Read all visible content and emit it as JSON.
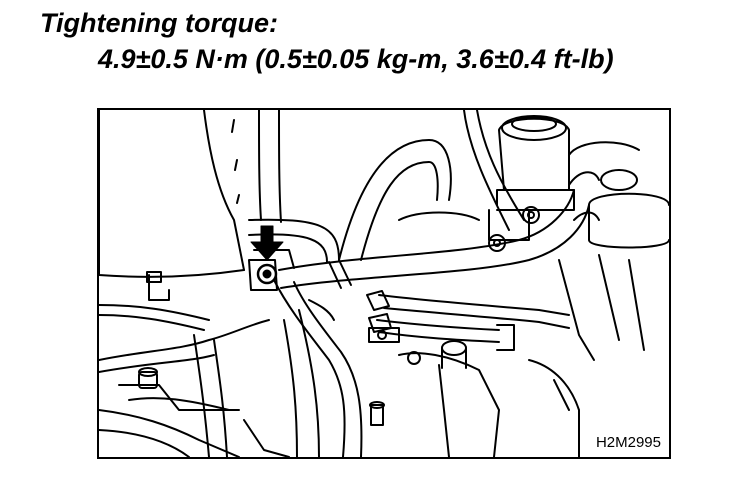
{
  "heading": "Tightening torque:",
  "torque_spec": "4.9±0.5 N·m (0.5±0.05 kg-m, 3.6±0.4 ft-lb)",
  "figure_code": "H2M2995",
  "icons": {
    "indicator": "down-arrow-icon",
    "fastener": "bolt-icon"
  },
  "colors": {
    "ink": "#000000",
    "paper": "#ffffff"
  }
}
